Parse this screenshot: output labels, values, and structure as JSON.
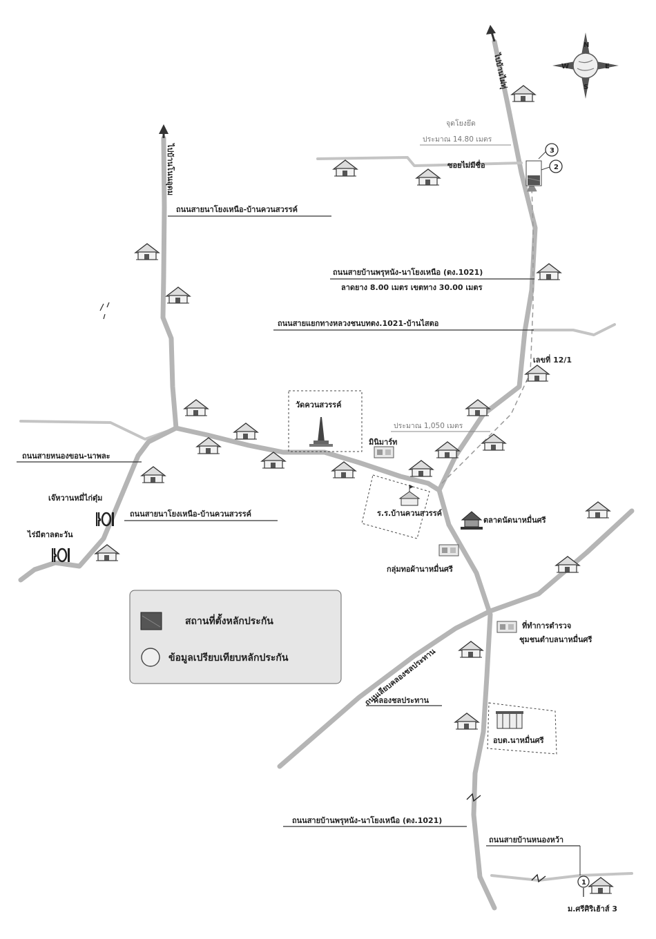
{
  "directions": {
    "north_top": "ไปบ้านไผ่ทุ่",
    "north_left": "ไปบ้านโนนอุดม"
  },
  "compass": {
    "n": "N",
    "s": "S",
    "e": "E",
    "w": "W"
  },
  "labels": {
    "anchor_point": "จุดโยงยึด",
    "anchor_distance": "ประมาณ 14.80 เมตร",
    "unnamed_soi": "ซอยไม่มีชื่อ",
    "road_top_left": "ถนนสายนาโยงเหนือ-บ้านควนสวรรค์",
    "road_1021": "ถนนสายบ้านพรุหนัง-นาโยงเหนือ (ตง.1021)",
    "road_1021_detail": "ลาดยาง 8.00 เมตร เขตทาง 30.00 เมตร",
    "road_branch": "ถนนสายแยกทางหลวงชนบทตง.1021-บ้านไสตอ",
    "house_no": "เลขที่ 12/1",
    "temple": "วัดควนสวรรค์",
    "distance_1050": "ประมาณ 1,050 เมตร",
    "minimart": "มินิมาร์ท",
    "road_west": "ถนนสายหนองขอน-นาพละ",
    "restaurant_1": "เจ๊หวานหมี่ไก่ตุ๋ม",
    "road_mid_left": "ถนนสายนาโยงเหนือ-บ้านควนสวรรค์",
    "restaurant_2": "ไร่มีตาลตะวัน",
    "school": "ร.ร.บ้านควนสวรรค์",
    "market": "ตลาดนัดนาหมื่นศรี",
    "weaving_group": "กลุ่มทอผ้านาหมื่นศรี",
    "police_1": "ที่ทำการตำรวจ",
    "police_2": "ชุมชนตำบลนาหมื่นศรี",
    "canal_road": "ถนนเลียบคลองชลประทาน",
    "canal": "คลองชลประทาน",
    "sao": "อบต.นาหมื่นศรี",
    "road_1021_bottom": "ถนนสายบ้านพรุหนัง-นาโยงเหนือ (ตง.1021)",
    "road_nong_wa": "ถนนสายบ้านหนองหว้า",
    "village": "ม.ศรีศิริเฮ้าส์ 3"
  },
  "markers": {
    "m1": "1",
    "m2": "2",
    "m3": "3"
  },
  "legend": {
    "subject": "สถานที่ตั้งหลักประกัน",
    "comparables": "ข้อมูลเปรียบเทียบหลักประกัน"
  },
  "icons": [
    "house-icon",
    "temple-icon",
    "shop-icon",
    "school-icon",
    "market-icon",
    "restaurant-icon",
    "compass-icon",
    "marker-circle-icon"
  ]
}
